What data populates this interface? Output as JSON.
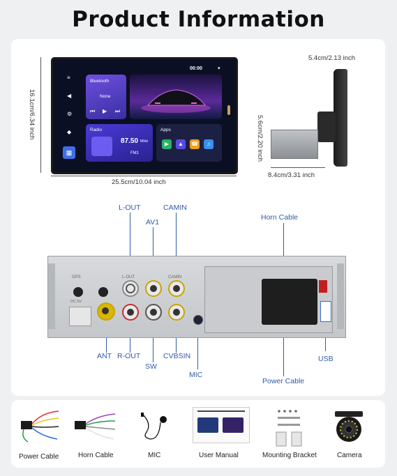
{
  "title": "Product Information",
  "dimensions": {
    "height_front": "16.1cm/6.34 inch",
    "width_front": "25.5cm/10.04 inch",
    "depth_screen": "5.4cm/2.13 inch",
    "height_side": "5.6cm/2.20 inch",
    "depth_body": "8.4cm/3.31 inch"
  },
  "screen": {
    "time": "00:00",
    "bluetooth_label": "Bluetooth",
    "bluetooth_status": "None",
    "radio_label": "Radio",
    "frequency": "87.50",
    "frequency_unit": "MHz",
    "band": "FM1",
    "apps_label": "Apps"
  },
  "back_panel": {
    "port_labels": {
      "gps": "GPS",
      "l_out": "L-OUT",
      "camin": "CAMIN",
      "dc": "DC 5V"
    },
    "callouts": {
      "l_out": "L-OUT",
      "camin": "CAMIN",
      "av1": "AV1",
      "horn_cable": "Horn Cable",
      "ant": "ANT",
      "r_out": "R-OUT",
      "sw": "SW",
      "cvbsin": "CVBSIN",
      "mic": "MIC",
      "usb": "USB",
      "power_cable": "Power Cable"
    }
  },
  "accessories": [
    {
      "label": "Power Cable",
      "icon": "power-cable-icon"
    },
    {
      "label": "Horn Cable",
      "icon": "horn-cable-icon"
    },
    {
      "label": "MIC",
      "icon": "microphone-icon"
    },
    {
      "label": "User Manual",
      "icon": "manual-icon"
    },
    {
      "label": "Mounting Bracket",
      "icon": "bracket-icon"
    },
    {
      "label": "Camera",
      "icon": "camera-icon"
    }
  ],
  "colors": {
    "callout_blue": "#2f5aa8",
    "panel_bg": "#ffffff",
    "page_bg": "#eef0f2"
  }
}
